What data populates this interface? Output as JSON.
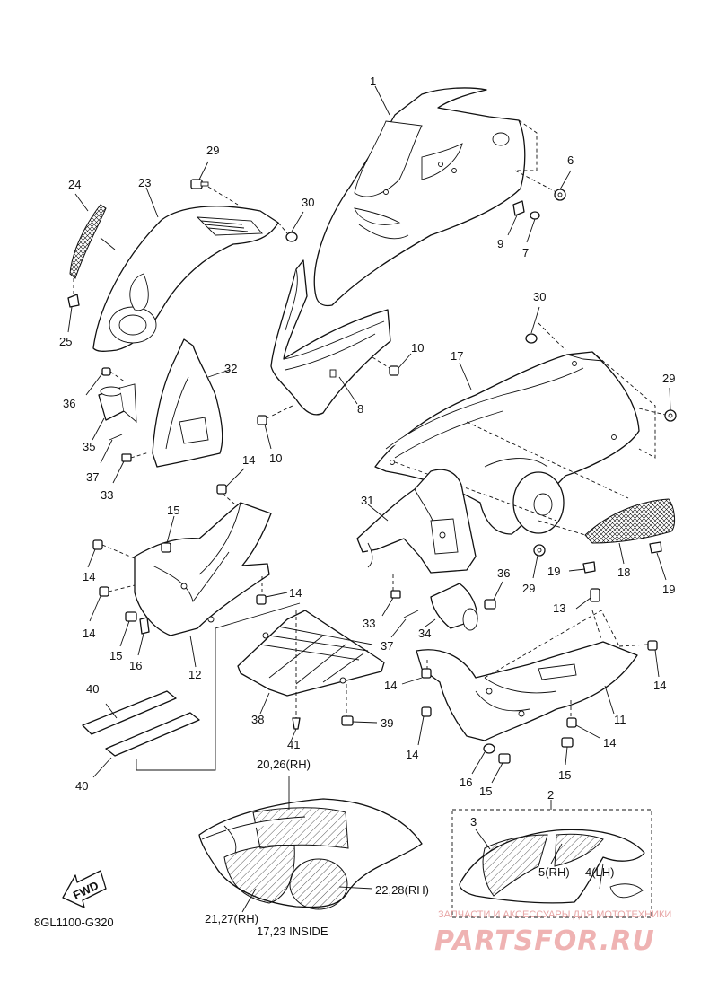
{
  "diagram": {
    "code": "8GL1100-G320",
    "fwd": "FWD",
    "labels": [
      {
        "id": "p1",
        "text": "1"
      },
      {
        "id": "p2",
        "text": "2"
      },
      {
        "id": "p3",
        "text": "3"
      },
      {
        "id": "p6",
        "text": "6"
      },
      {
        "id": "p7",
        "text": "7"
      },
      {
        "id": "p8",
        "text": "8"
      },
      {
        "id": "p9",
        "text": "9"
      },
      {
        "id": "p10a",
        "text": "10"
      },
      {
        "id": "p10b",
        "text": "10"
      },
      {
        "id": "p11",
        "text": "11"
      },
      {
        "id": "p12",
        "text": "12"
      },
      {
        "id": "p13",
        "text": "13"
      },
      {
        "id": "p14a",
        "text": "14"
      },
      {
        "id": "p14b",
        "text": "14"
      },
      {
        "id": "p14c",
        "text": "14"
      },
      {
        "id": "p14d",
        "text": "14"
      },
      {
        "id": "p14e",
        "text": "14"
      },
      {
        "id": "p14f",
        "text": "14"
      },
      {
        "id": "p14g",
        "text": "14"
      },
      {
        "id": "p14h",
        "text": "14"
      },
      {
        "id": "p15a",
        "text": "15"
      },
      {
        "id": "p15b",
        "text": "15"
      },
      {
        "id": "p15c",
        "text": "15"
      },
      {
        "id": "p15d",
        "text": "15"
      },
      {
        "id": "p16a",
        "text": "16"
      },
      {
        "id": "p16b",
        "text": "16"
      },
      {
        "id": "p17",
        "text": "17"
      },
      {
        "id": "p18",
        "text": "18"
      },
      {
        "id": "p19a",
        "text": "19"
      },
      {
        "id": "p19b",
        "text": "19"
      },
      {
        "id": "p23",
        "text": "23"
      },
      {
        "id": "p24",
        "text": "24"
      },
      {
        "id": "p25",
        "text": "25"
      },
      {
        "id": "p29a",
        "text": "29"
      },
      {
        "id": "p29b",
        "text": "29"
      },
      {
        "id": "p29c",
        "text": "29"
      },
      {
        "id": "p30a",
        "text": "30"
      },
      {
        "id": "p30b",
        "text": "30"
      },
      {
        "id": "p31",
        "text": "31"
      },
      {
        "id": "p32",
        "text": "32"
      },
      {
        "id": "p33a",
        "text": "33"
      },
      {
        "id": "p33b",
        "text": "33"
      },
      {
        "id": "p34",
        "text": "34"
      },
      {
        "id": "p35",
        "text": "35"
      },
      {
        "id": "p36a",
        "text": "36"
      },
      {
        "id": "p36b",
        "text": "36"
      },
      {
        "id": "p37a",
        "text": "37"
      },
      {
        "id": "p37b",
        "text": "37"
      },
      {
        "id": "p38",
        "text": "38"
      },
      {
        "id": "p39",
        "text": "39"
      },
      {
        "id": "p40a",
        "text": "40"
      },
      {
        "id": "p40b",
        "text": "40"
      },
      {
        "id": "p41",
        "text": "41"
      },
      {
        "id": "p20_26",
        "text": "20,26(RH)"
      },
      {
        "id": "p21_27",
        "text": "21,27(RH)"
      },
      {
        "id": "p22_28",
        "text": "22,28(RH)"
      },
      {
        "id": "p5",
        "text": "5(RH)"
      },
      {
        "id": "p4",
        "text": "4(LH)"
      },
      {
        "id": "inside",
        "text": "17,23 INSIDE"
      }
    ]
  },
  "watermark": {
    "line1": "ЗАПЧАСТИ И АКСЕССУАРЫ ДЛЯ МОТОТЕХНИКИ",
    "line2": "PARTSFOR.RU"
  }
}
